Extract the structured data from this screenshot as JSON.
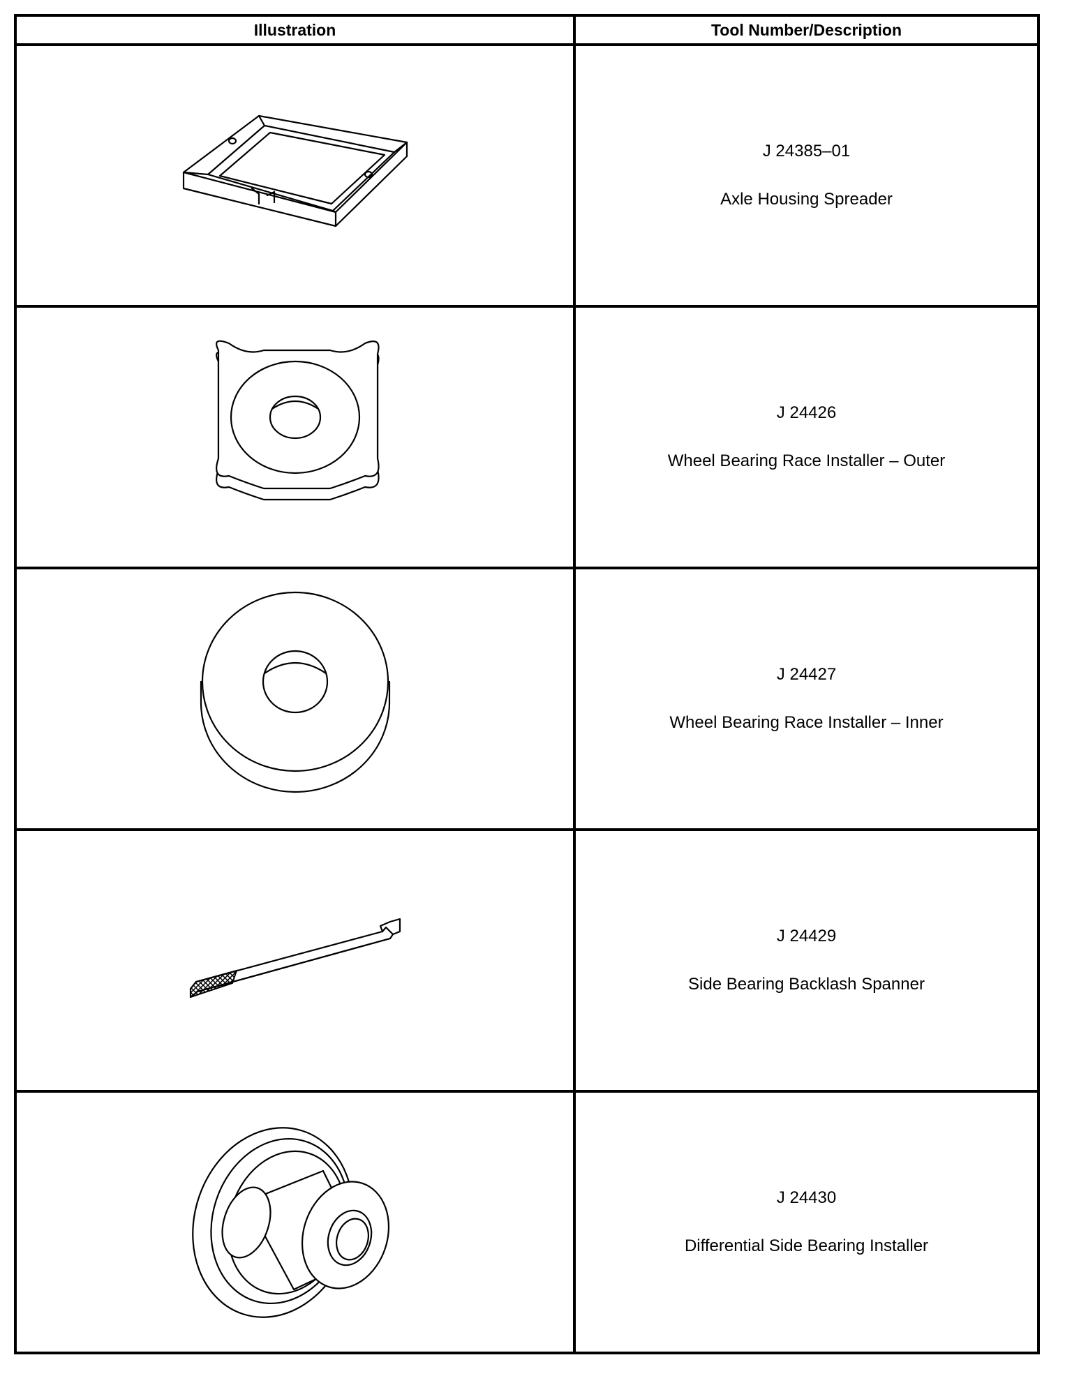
{
  "table": {
    "headers": {
      "illustration": "Illustration",
      "tool": "Tool Number/Description"
    },
    "rows": [
      {
        "number": "J 24385–01",
        "description": "Axle Housing Spreader",
        "icon": "axle-housing-spreader-icon"
      },
      {
        "number": "J 24426",
        "description": "Wheel Bearing Race Installer – Outer",
        "icon": "outer-race-installer-icon"
      },
      {
        "number": "J 24427",
        "description": "Wheel Bearing Race Installer – Inner",
        "icon": "inner-race-installer-icon"
      },
      {
        "number": "J 24429",
        "description": "Side Bearing Backlash Spanner",
        "icon": "backlash-spanner-icon"
      },
      {
        "number": "J 24430",
        "description": "Differential Side Bearing Installer",
        "icon": "side-bearing-installer-icon"
      }
    ]
  }
}
